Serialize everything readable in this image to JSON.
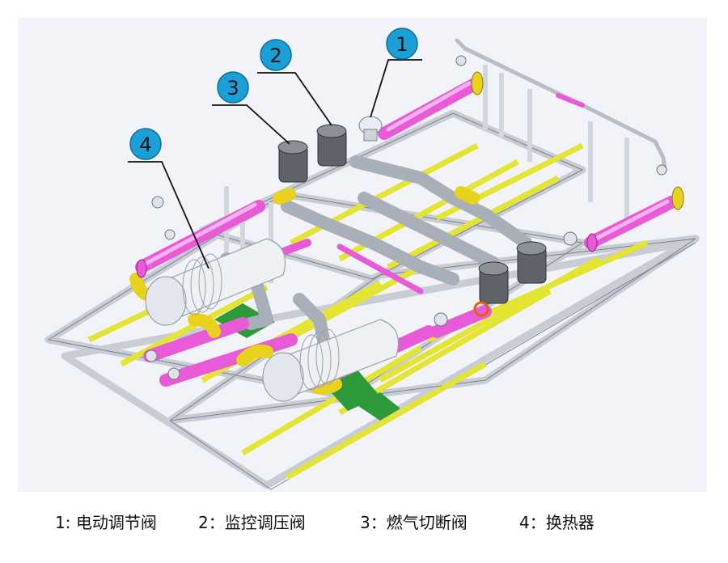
{
  "callouts": [
    {
      "number": "1"
    },
    {
      "number": "2"
    },
    {
      "number": "3"
    },
    {
      "number": "4"
    }
  ],
  "legend": [
    {
      "text": "1: 电动调节阀"
    },
    {
      "text": "2：监控调压阀"
    },
    {
      "text": "3：燃气切断阀"
    },
    {
      "text": "4：换热器"
    }
  ],
  "colors": {
    "callout_fill": "#1aa0d6",
    "pipe_magenta": "#e85ad8",
    "pipe_grey": "#b8bec8",
    "frame_yellow": "#e4e432",
    "frame_grey": "#dcdfe5",
    "floor_green": "#2f9a3a",
    "panel_bg": "#f1f3f8"
  }
}
